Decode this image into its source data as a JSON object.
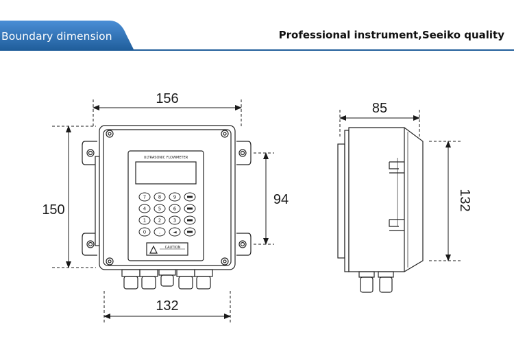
{
  "header": {
    "title": "Boundary dimension",
    "tagline": "Professional instrument,Seeiko quality",
    "accent": "#1f5d9a"
  },
  "front_view": {
    "device_label": "ULTRASONIC FLOWMETER",
    "caution_label": "CAUTION",
    "keypad_keys": [
      "7",
      "8",
      "9",
      "",
      "4",
      "5",
      "6",
      "",
      "1",
      "2",
      "3",
      "",
      "0",
      ".",
      "◄",
      ""
    ]
  },
  "dimensions": {
    "width": "156",
    "height": "150",
    "mount_spacing": "94",
    "base_width": "132",
    "depth": "85",
    "side_height": "132"
  }
}
